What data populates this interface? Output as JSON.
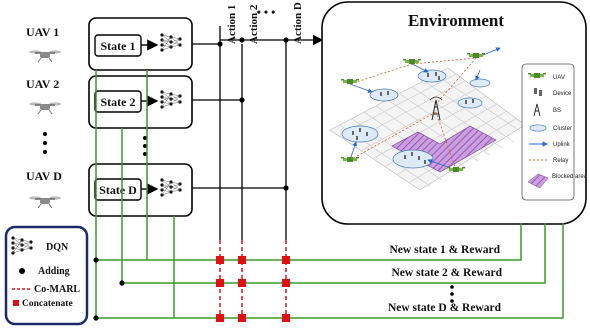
{
  "uavs": [
    {
      "label": "UAV 1",
      "state": "State 1"
    },
    {
      "label": "UAV 2",
      "state": "State 2"
    },
    {
      "label": "UAV D",
      "state": "State D"
    }
  ],
  "actions": [
    "Action 1",
    "Action 2",
    "Action D"
  ],
  "ellipsis": "• • •",
  "environment": {
    "title": "Environment",
    "legend": [
      {
        "icon": "uav-icon",
        "label": "UAV"
      },
      {
        "icon": "device-icon",
        "label": "Device"
      },
      {
        "icon": "bs-icon",
        "label": "BS"
      },
      {
        "icon": "cluster-icon",
        "label": "Cluster"
      },
      {
        "icon": "uplink-icon",
        "label": "Uplink"
      },
      {
        "icon": "relay-icon",
        "label": "Relay"
      },
      {
        "icon": "blocked-area-icon",
        "label": "Blocked area"
      }
    ]
  },
  "feedback": [
    "New state 1 & Reward",
    "New state 2 & Reward",
    "New state D & Reward"
  ],
  "key": [
    {
      "icon": "dqn-icon",
      "label": "DQN"
    },
    {
      "icon": "adding-icon",
      "label": "Adding"
    },
    {
      "icon": "co-marl-icon",
      "label": "Co-MARL"
    },
    {
      "icon": "concatenate-icon",
      "label": "Concatenate"
    }
  ],
  "colors": {
    "feedback_line": "#3a9a2a",
    "co_marl": "#e01010",
    "concatenate": "#e01010",
    "key_border": "#1a2a6a",
    "blocked_area": "#a060c0",
    "uplink": "#2a6ad0",
    "relay": "#d06020"
  }
}
